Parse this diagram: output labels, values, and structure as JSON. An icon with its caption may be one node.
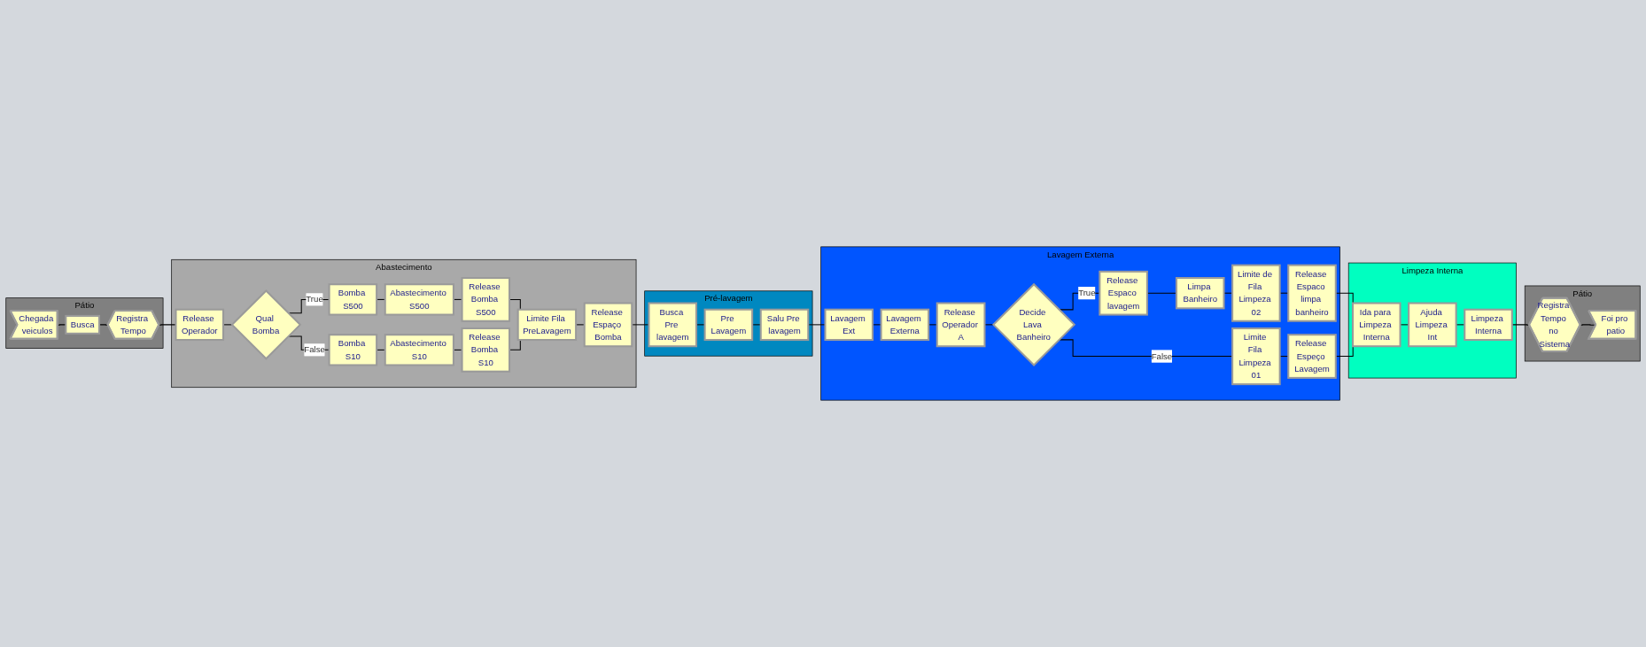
{
  "diagram": {
    "nodes": [
      {
        "text": [
          "Pátio"
        ]
      },
      {
        "text": [
          "Chegada veiculos"
        ],
        "in": 0
      },
      {
        "text": [
          "Busca"
        ],
        "in": 0
      },
      {
        "text": [
          "Registra Tempo"
        ],
        "in": 0
      },
      {
        "text": [
          "Abastecimento"
        ]
      },
      {
        "text": [
          "Release Operador"
        ],
        "in": 4
      },
      {
        "text": [
          "Qual Bomba"
        ],
        "in": 4
      },
      {
        "text": [
          "Bomba S500"
        ],
        "in": 4
      },
      {
        "text": [
          "Abastecimento S500"
        ],
        "in": 4
      },
      {
        "text": [
          "Release Bomba S500"
        ],
        "in": 4
      },
      {
        "text": [
          "Bomba S10"
        ],
        "in": 4
      },
      {
        "text": [
          "Abastecimento S10"
        ],
        "in": 4
      },
      {
        "text": [
          "Release Bomba S10"
        ],
        "in": 4
      },
      {
        "text": [
          "Limite Fila PreLavagem"
        ],
        "in": 4
      },
      {
        "text": [
          "Release Espaço Bomba"
        ],
        "in": 4
      },
      {
        "text": [
          "Pré-lavagem"
        ]
      },
      {
        "text": [
          "Busca Pre lavagem"
        ],
        "in": 15
      },
      {
        "text": [
          "Pre Lavagem"
        ],
        "in": 15
      },
      {
        "text": [
          "Salu Pre lavagem"
        ],
        "in": 15
      },
      {
        "text": [
          "Lavagem Externa"
        ]
      },
      {
        "text": [
          "Lavagem Ext"
        ],
        "in": 19
      },
      {
        "text": [
          "Lavagem Externa"
        ],
        "in": 19
      },
      {
        "text": [
          "Release Operador A"
        ],
        "in": 19
      },
      {
        "text": [
          "Decide Lava Banheiro"
        ],
        "in": 19
      },
      {
        "text": [
          "Release Espaco lavagem"
        ],
        "in": 19
      },
      {
        "text": [
          "Limpa Banheiro"
        ],
        "in": 19
      },
      {
        "text": [
          "Limite de Fila Limpeza 02"
        ],
        "in": 19
      },
      {
        "text": [
          "Release Espaco limpa banheiro"
        ],
        "in": 19
      },
      {
        "text": [
          "Limite Fila Limpeza 01"
        ],
        "in": 19
      },
      {
        "text": [
          "Release Espeço Lavagem"
        ],
        "in": 19
      },
      {
        "text": [
          "Limpeza Interna"
        ]
      },
      {
        "text": [
          "Ida para Limpeza Interna"
        ],
        "in": 30
      },
      {
        "text": [
          "Ajuda Limpeza Int"
        ],
        "in": 30
      },
      {
        "text": [
          "Limpeza Interna"
        ],
        "in": 30
      },
      {
        "text": [
          "Pátio"
        ]
      },
      {
        "text": [
          "Registra Tempo no Sistema"
        ],
        "in": 34
      },
      {
        "text": [
          "Foi pro patio"
        ],
        "in": 34
      }
    ],
    "edges": [
      {
        "from": 1,
        "to": 2,
        "arrow": "none"
      },
      {
        "from": 2,
        "to": 3,
        "arrow": "none"
      },
      {
        "from": 3,
        "to": 5,
        "arrow": "none"
      },
      {
        "from": 5,
        "to": 6,
        "arrow": "none"
      },
      {
        "from": 6,
        "to": 7,
        "arrow": "none",
        "label": "True"
      },
      {
        "from": 6,
        "to": 10,
        "arrow": "none",
        "label": "False"
      },
      {
        "from": 7,
        "to": 8,
        "arrow": "none"
      },
      {
        "from": 8,
        "to": 9,
        "arrow": "none"
      },
      {
        "from": 10,
        "to": 11,
        "arrow": "none"
      },
      {
        "from": 11,
        "to": 12,
        "arrow": "none"
      },
      {
        "from": 9,
        "to": 13,
        "arrow": "none"
      },
      {
        "from": 12,
        "to": 13,
        "arrow": "none"
      },
      {
        "from": 13,
        "to": 14,
        "arrow": "none"
      },
      {
        "from": 14,
        "to": 16,
        "arrow": "none"
      },
      {
        "from": 16,
        "to": 17,
        "arrow": "none"
      },
      {
        "from": 17,
        "to": 18,
        "arrow": "none"
      },
      {
        "from": 18,
        "to": 20,
        "arrow": "none"
      },
      {
        "from": 20,
        "to": 21,
        "arrow": "none"
      },
      {
        "from": 21,
        "to": 22,
        "arrow": "none"
      },
      {
        "from": 22,
        "to": 23,
        "arrow": "none"
      },
      {
        "from": 23,
        "to": 24,
        "arrow": "none",
        "label": "True"
      },
      {
        "from": 23,
        "to": 28,
        "arrow": "none",
        "label": "False"
      },
      {
        "from": 24,
        "to": 25,
        "arrow": "none"
      },
      {
        "from": 25,
        "to": 26,
        "arrow": "none"
      },
      {
        "from": 26,
        "to": 27,
        "arrow": "none"
      },
      {
        "from": 28,
        "to": 29,
        "arrow": "none"
      },
      {
        "from": 27,
        "to": 31,
        "arrow": "none"
      },
      {
        "from": 29,
        "to": 31,
        "arrow": "none"
      },
      {
        "from": 31,
        "to": 32,
        "arrow": "none"
      },
      {
        "from": 32,
        "to": 33,
        "arrow": "none"
      },
      {
        "from": 33,
        "to": 35,
        "arrow": "none"
      },
      {
        "from": 35,
        "to": 36,
        "arrow": "none"
      }
    ]
  }
}
